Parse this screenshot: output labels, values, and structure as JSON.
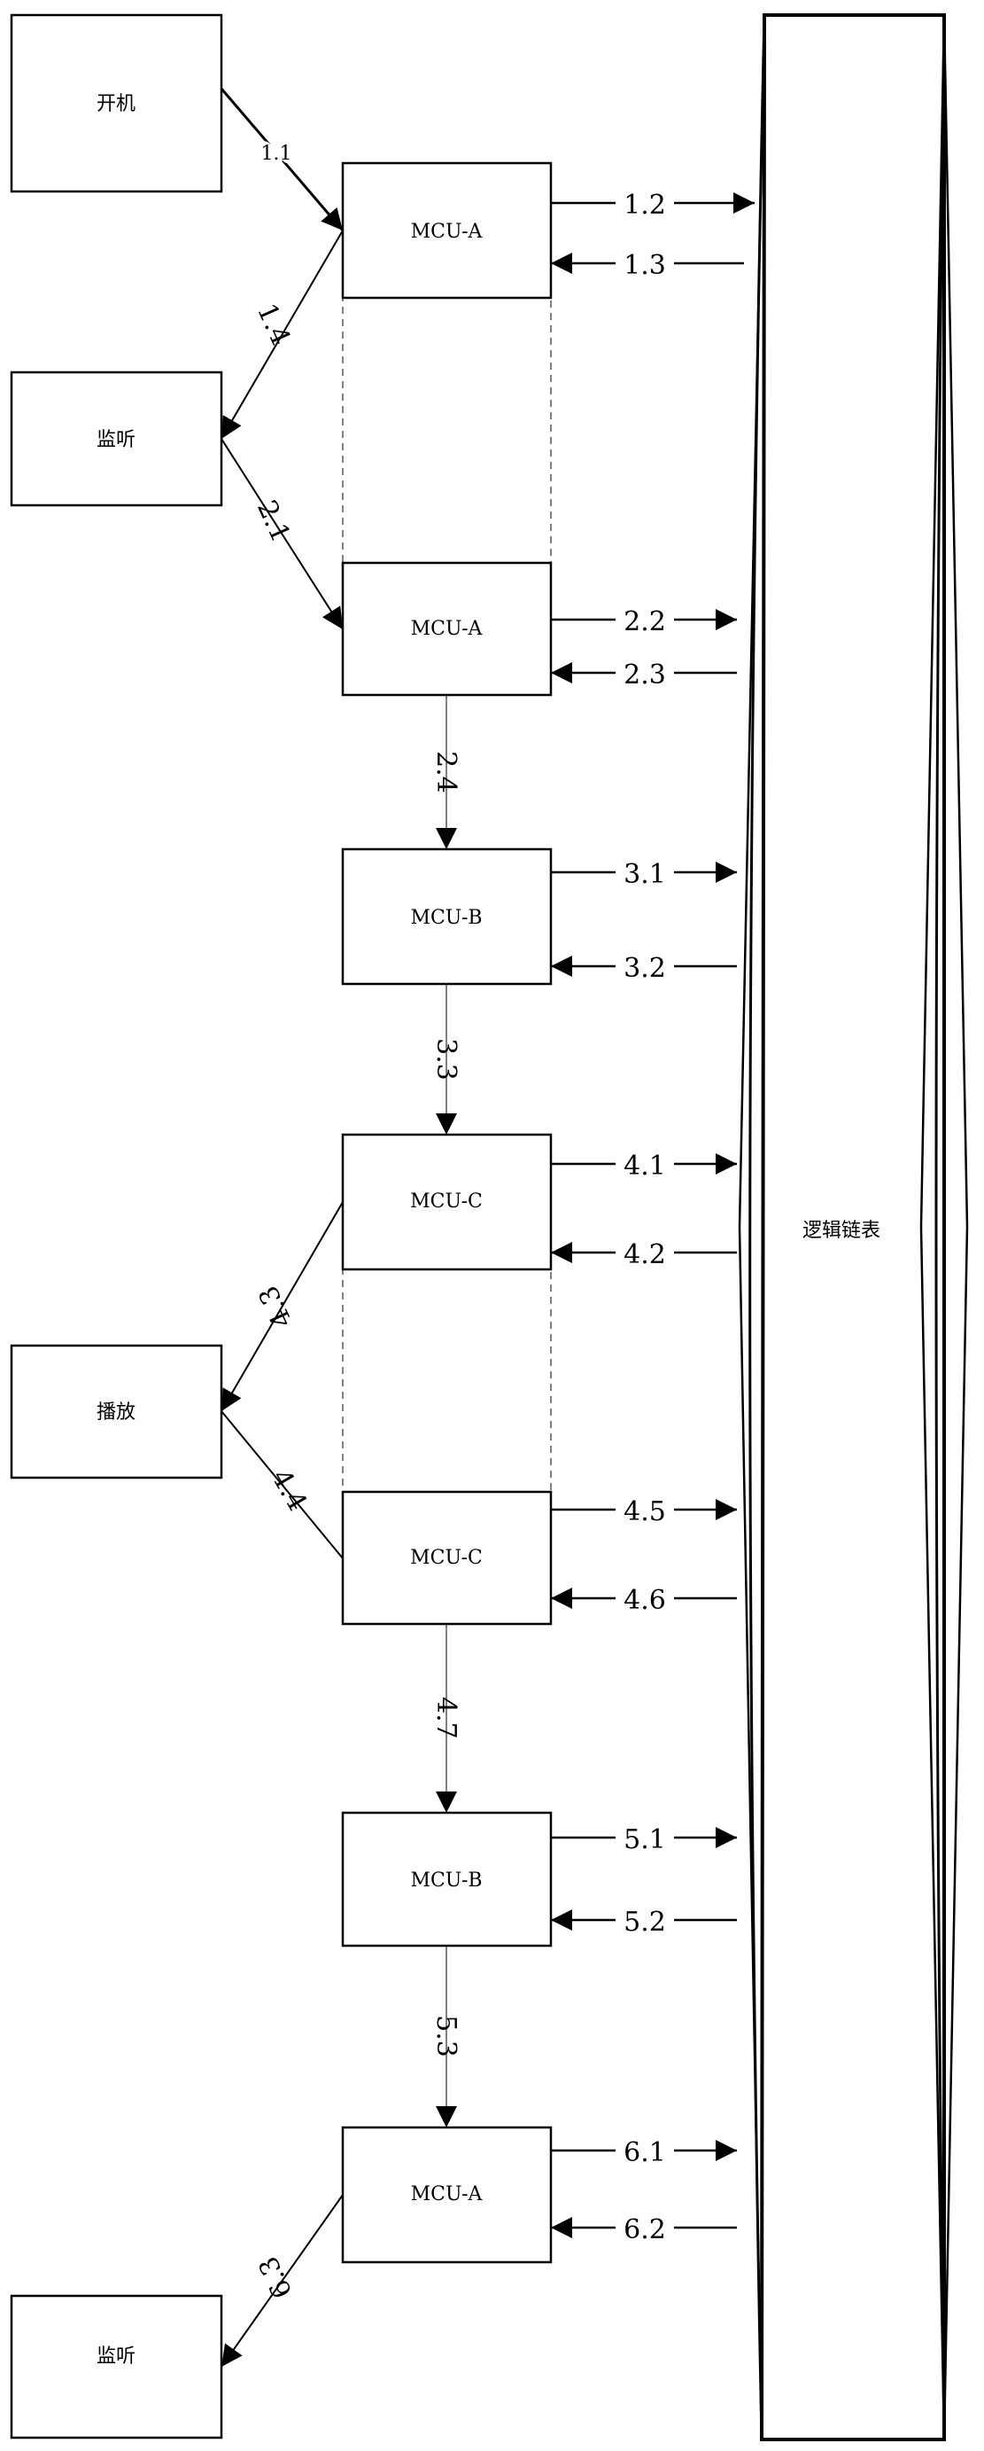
{
  "diagram": {
    "list_label": "逻辑链表",
    "actions": [
      {
        "id": "power_on",
        "label": "开机"
      },
      {
        "id": "listen_1",
        "label": "监听"
      },
      {
        "id": "play",
        "label": "播放"
      },
      {
        "id": "listen_2",
        "label": "监听"
      }
    ],
    "mcus": [
      {
        "id": "mcu_a_1",
        "label": "MCU-A"
      },
      {
        "id": "mcu_a_2",
        "label": "MCU-A"
      },
      {
        "id": "mcu_b_1",
        "label": "MCU-B"
      },
      {
        "id": "mcu_c_1",
        "label": "MCU-C"
      },
      {
        "id": "mcu_c_2",
        "label": "MCU-C"
      },
      {
        "id": "mcu_b_2",
        "label": "MCU-B"
      },
      {
        "id": "mcu_a_3",
        "label": "MCU-A"
      }
    ],
    "steps": {
      "s1_1": "1.1",
      "s1_2": "1.2",
      "s1_3": "1.3",
      "s1_4": "1.4",
      "s2_1": "2.1",
      "s2_2": "2.2",
      "s2_3": "2.3",
      "s2_4": "2.4",
      "s3_1": "3.1",
      "s3_2": "3.2",
      "s3_3": "3.3",
      "s4_1": "4.1",
      "s4_2": "4.2",
      "s4_3": "4.3",
      "s4_4": "4.4",
      "s4_5": "4.5",
      "s4_6": "4.6",
      "s4_7": "4.7",
      "s5_1": "5.1",
      "s5_2": "5.2",
      "s5_3": "5.3",
      "s6_1": "6.1",
      "s6_2": "6.2",
      "s6_3": "6.3"
    }
  }
}
